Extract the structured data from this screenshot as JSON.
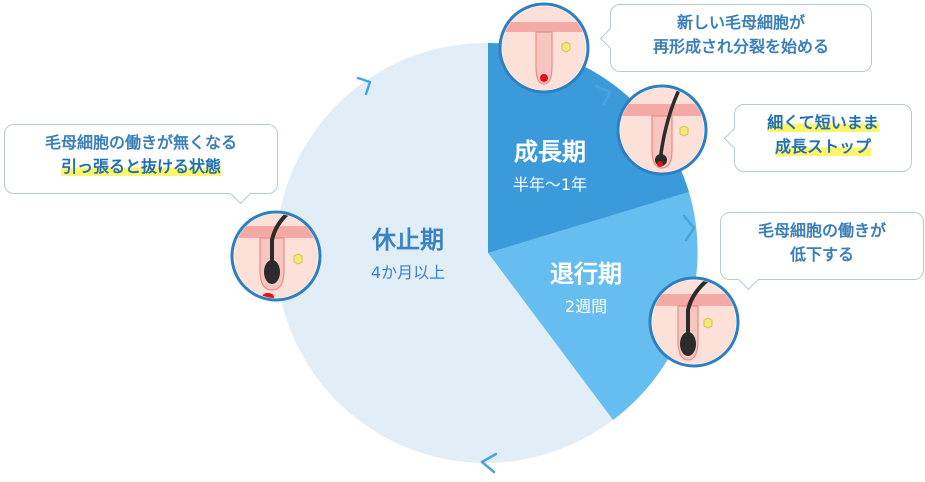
{
  "colors": {
    "rest": "#e2eef7",
    "growth": "#3b9ad9",
    "regression": "#66bdf0",
    "arrow": "#4aa3dc",
    "text_blue": "#3a82c4",
    "white": "#ffffff"
  },
  "phases": {
    "growth": {
      "title": "成長期",
      "duration": "半年〜1年"
    },
    "regression": {
      "title": "退行期",
      "duration": "2週間"
    },
    "rest": {
      "title": "休止期",
      "duration": "4か月以上"
    }
  },
  "callouts": {
    "start": {
      "line1": "新しい毛母細胞が",
      "line2": "再形成され分裂を始める"
    },
    "stop": {
      "line1": "細くて短いまま",
      "line2": "成長ストップ"
    },
    "decline": {
      "line1": "毛母細胞の働きが",
      "line2": "低下する"
    },
    "rest": {
      "line1": "毛母細胞の働きが無くなる",
      "line2": "引っ張ると抜ける状態"
    }
  },
  "icons": {
    "follicle": "hair-follicle-icon",
    "arrow": "cycle-arrow-icon"
  }
}
